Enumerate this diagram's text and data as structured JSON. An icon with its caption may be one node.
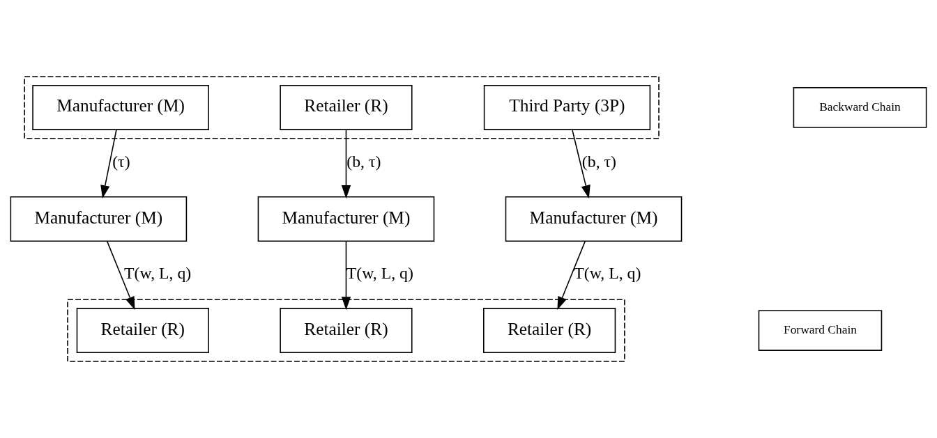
{
  "diagram": {
    "nodes": [
      {
        "text": [],
        "shape": "box"
      },
      {
        "text": [
          "Manufacturer (M)"
        ],
        "in": 0
      },
      {
        "text": [
          "Retailer (R)"
        ],
        "in": 0
      },
      {
        "text": [
          "Third Party (3P)"
        ],
        "in": 0
      },
      {
        "text": [
          "Backward Chain"
        ]
      },
      {
        "text": [
          "Manufacturer (M)"
        ]
      },
      {
        "text": [
          "Manufacturer (M)"
        ]
      },
      {
        "text": [
          "Manufacturer (M)"
        ]
      },
      {
        "text": [],
        "shape": "box"
      },
      {
        "text": [
          "Retailer (R)"
        ],
        "in": 8
      },
      {
        "text": [
          "Retailer (R)"
        ],
        "in": 8
      },
      {
        "text": [
          "Retailer (R)"
        ],
        "in": 8
      },
      {
        "text": [
          "Forward Chain"
        ]
      }
    ],
    "edges": [
      {
        "from": 1,
        "to": 5,
        "arrow": "to",
        "label": "(τ)"
      },
      {
        "from": 2,
        "to": 6,
        "arrow": "to",
        "label": "(b, τ)"
      },
      {
        "from": 3,
        "to": 7,
        "arrow": "to",
        "label": "(b, τ)"
      },
      {
        "from": 5,
        "to": 9,
        "arrow": "to",
        "label": "T(w, L, q)"
      },
      {
        "from": 6,
        "to": 10,
        "arrow": "to",
        "label": "T(w, L, q)"
      },
      {
        "from": 7,
        "to": 11,
        "arrow": "to",
        "label": "T(w, L, q)"
      }
    ]
  }
}
